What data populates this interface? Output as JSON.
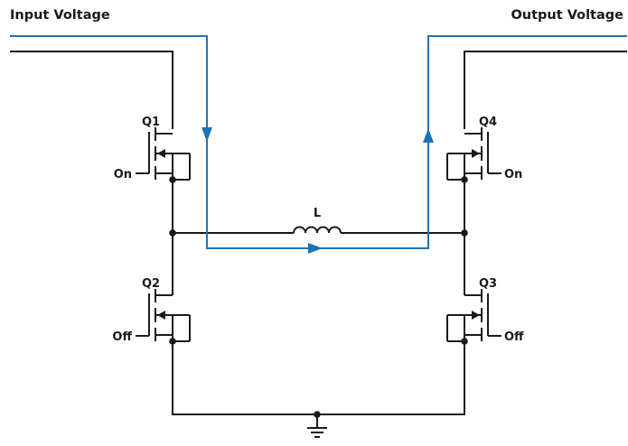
{
  "labels": {
    "input": "Input Voltage",
    "output": "Output Voltage",
    "inductor": "L"
  },
  "transistors": [
    {
      "name": "Q1",
      "state": "On"
    },
    {
      "name": "Q2",
      "state": "Off"
    },
    {
      "name": "Q3",
      "state": "Off"
    },
    {
      "name": "Q4",
      "state": "On"
    }
  ],
  "colors": {
    "wire": "#1a1a1a",
    "current_path": "#1f73b7",
    "background": "#ffffff"
  }
}
